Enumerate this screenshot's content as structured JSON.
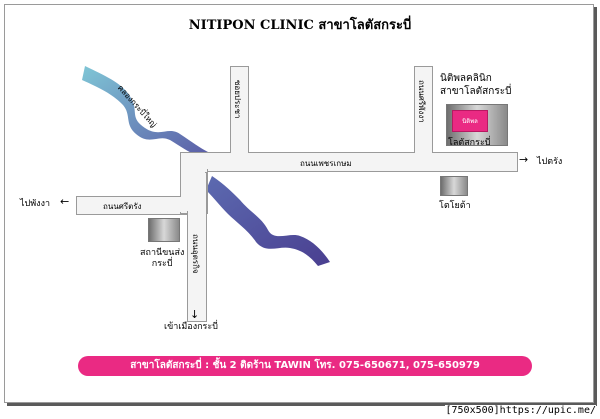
{
  "title": "NITIPON CLINIC สาขาโลตัสกระบี่",
  "colors": {
    "road_fill": "#f4f4f4",
    "road_edge": "#9a9a9a",
    "river_start": "#7fc6d6",
    "river_end": "#5a52a0",
    "clinic_pink": "#ea2a83",
    "footer_pink": "#ea2a83"
  },
  "roads": {
    "main": "ถนนเพชรเกษม",
    "west": "ถนนศรีตรัง",
    "south": "ถนนอุตรกิจ",
    "north_left": "ซอยประชา",
    "north_right": "ถนนศรีพังงา"
  },
  "rivers": {
    "upper": "คลองกระบี่ใหญ่"
  },
  "places": {
    "clinic_line1": "นิติพลคลินิก",
    "clinic_line2": "สาขาโลตัสกระบี่",
    "clinic_sign": "นิติพล",
    "lotus": "โลตัสกระบี่",
    "toyota": "โตโยต้า",
    "bus_line1": "สถานีขนส่ง",
    "bus_line2": "กระบี่"
  },
  "directions": {
    "east": "ไปตรัง",
    "west": "ไปพังงา",
    "south": "เข้าเมืองกระบี่"
  },
  "footer": "สาขาโลตัสกระบี่ : ชั้น 2 ติดร้าน TAWIN โทร. 075-650671, 075-650979",
  "watermark": "[750x500]https://upic.me/"
}
